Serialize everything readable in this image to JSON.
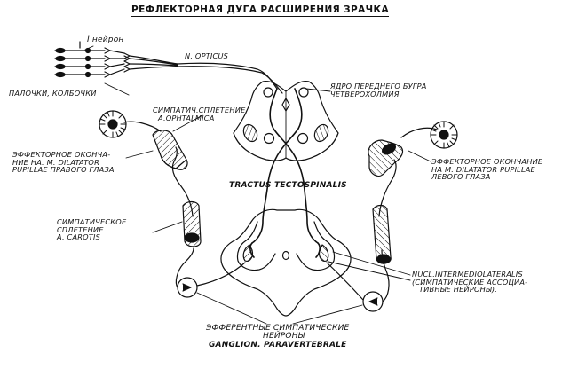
{
  "title": "РЕФЛЕКТОРНАЯ ДУГА РАСШИРЕНИЯ ЗРАЧКА",
  "labels": {
    "neuron_1": "I нейрон",
    "n_opticus": "N. OPTICUS",
    "rods_cones": "ПАЛОЧКИ, КОЛБОЧКИ",
    "plexus_ophthalmica": [
      "СИМПАТИЧ.СПЛЕТЕНИЕ",
      "A.OPHTALMICA"
    ],
    "nucleus_anterior": [
      "ЯДРО ПЕРЕДНЕГО БУГРА",
      "ЧЕТВЕРОХОЛМИЯ"
    ],
    "effector_right": [
      "ЭФФЕКТОРНОЕ ОКОНЧА-",
      "НИЕ НА. M. DILATATOR",
      "PUPILLAE ПРАВОГО ГЛАЗА"
    ],
    "effector_left": [
      "ЭФФЕКТОРНОЕ ОКОНЧАНИЕ",
      "НА M. DILATATOR PUPILLAE",
      "ЛЕВОГО ГЛАЗА"
    ],
    "tractus": "TRACTUS TECTOSPINALIS",
    "plexus_carotis": [
      "СИМПАТИЧЕСКОЕ",
      "СПЛЕТЕНИЕ",
      "A. CAROTIS"
    ],
    "nucl_intermedio": [
      "NUCL.INTERMEDIOLATERALIS",
      "(СИМПАТИЧЕСКИЕ АССОЦИА-",
      "ТИВНЫЕ НЕЙРОНЫ)."
    ],
    "efferent": [
      "ЭФФЕРЕНТНЫЕ СИМПАТИЧЕСКИЕ",
      "НЕЙРОНЫ",
      "GANGLION. PARAVERTEBRALE"
    ]
  },
  "colors": {
    "ink": "#111111",
    "background": "#ffffff"
  }
}
